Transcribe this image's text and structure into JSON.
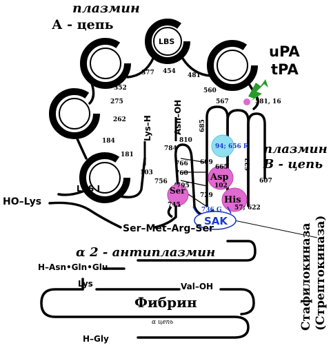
{
  "labels": {
    "plasmin_a_line1": "плазмин",
    "plasmin_a_line2": "А - цепь",
    "plasmin_b_line1": "плазмин",
    "plasmin_b_line2": "В - цепь",
    "upa": "uPA",
    "tpa": "tPA",
    "lbs_top": "LBS",
    "lbs_i": "LBS I",
    "ho_lys": "HO–Lys",
    "lys_h": "Lys–H",
    "asn_oh": "Asn–OH",
    "ser_met_arg_ser": "Ser–Met–Arg–Ser",
    "alpha2_antiplasmin": "α 2 - антиплазмин",
    "h_asn_gln_glu": "H–Asn•Gln•Glu",
    "lys": "Lys",
    "val_oh": "Val–OH",
    "fibrin": "Фибрин",
    "alpha_chain": "α цепь",
    "h_gly": "H–Gly",
    "staphylokinase": "Стафилокиназа",
    "streptokinase": "(Стрептокиназа)",
    "sak": "SAK",
    "ser_residue": "Ser",
    "ser_number": "745",
    "asp_residue": "Asp",
    "asp_number": "102",
    "his_residue": "His",
    "his_number": "57; 622",
    "binding_r": "94; 656 R",
    "binding_g": "736 G"
  },
  "residue_numbers": [
    "377",
    "454",
    "481",
    "352",
    "275",
    "262",
    "184",
    "181",
    "103",
    "560",
    "567",
    "581, 16",
    "685",
    "810",
    "784",
    "766",
    "760",
    "756",
    "699",
    "665",
    "729",
    "623",
    "607",
    "795"
  ]
}
